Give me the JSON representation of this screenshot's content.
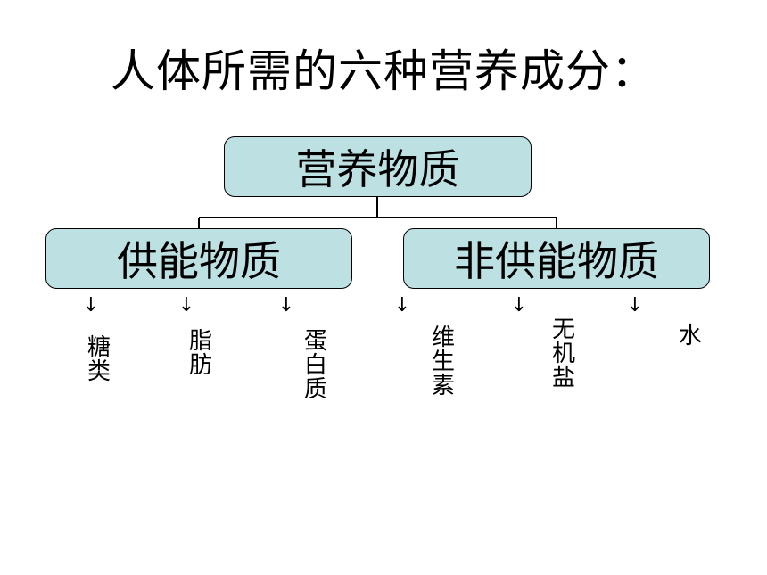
{
  "title": "人体所需的六种营养成分：",
  "colors": {
    "box_fill": "#bde0e2",
    "border": "#000000"
  },
  "root": {
    "label": "营养物质"
  },
  "categories": [
    {
      "label": "供能物质"
    },
    {
      "label": "非供能物质"
    }
  ],
  "arrow_glyph": "↓",
  "nutrients": [
    {
      "label": "糖类"
    },
    {
      "label": "脂肪"
    },
    {
      "label": "蛋白质"
    },
    {
      "label": "维生素"
    },
    {
      "label": "无机盐"
    },
    {
      "label": "水"
    }
  ]
}
